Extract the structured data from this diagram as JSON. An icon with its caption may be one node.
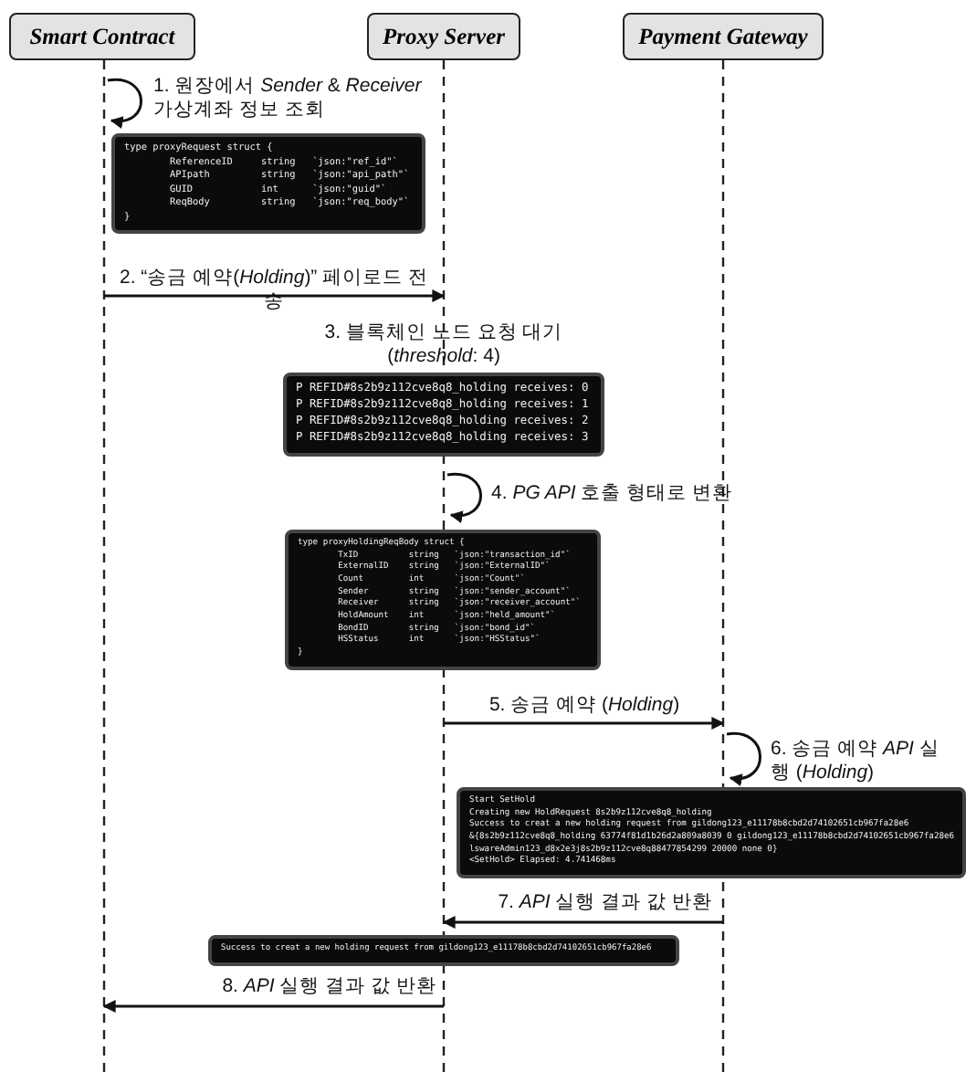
{
  "diagram": {
    "nodes": [
      {
        "text": [
          "Smart Contract"
        ]
      },
      {
        "text": [
          "Proxy Server"
        ]
      },
      {
        "text": [
          "Payment Gateway"
        ]
      },
      {
        "text": [
          "type proxyRequest struct {",
          "        ReferenceID     string   `json:\"ref_id\"`",
          "        APIpath         string   `json:\"api_path\"`",
          "        GUID            int      `json:\"guid\"`",
          "        ReqBody         string   `json:\"req_body\"`",
          "}"
        ]
      },
      {
        "text": [
          "P REFID#8s2b9z112cve8q8_holding receives: 0",
          "P REFID#8s2b9z112cve8q8_holding receives: 1",
          "P REFID#8s2b9z112cve8q8_holding receives: 2",
          "P REFID#8s2b9z112cve8q8_holding receives: 3"
        ]
      },
      {
        "text": [
          "type proxyHoldingReqBody struct {",
          "        TxID          string   `json:\"transaction_id\"`",
          "        ExternalID    string   `json:\"ExternalID\"`",
          "        Count         int      `json:\"Count\"`",
          "        Sender        string   `json:\"sender_account\"`",
          "        Receiver      string   `json:\"receiver_account\"`",
          "        HoldAmount    int      `json:\"held_amount\"`",
          "        BondID        string   `json:\"bond_id\"`",
          "        HSStatus      int      `json:\"HSStatus\"`",
          "}"
        ]
      },
      {
        "text": [
          "Start SetHold",
          "Creating new HoldRequest 8s2b9z112cve8q8_holding",
          "Success to creat a new holding request from gildong123_e11178b8cbd2d74102651cb967fa28e6",
          "&{8s2b9z112cve8q8_holding 63774f81d1b26d2a809a8039 0 gildong123_e11178b8cbd2d74102651cb967fa28e6",
          "lswareAdmin123_d8x2e3j8s2b9z112cve8q88477854299 20000 none 0}",
          "<SetHold> Elapsed: 4.741468ms"
        ]
      },
      {
        "text": [
          "Success to creat a new holding request from gildong123_e11178b8cbd2d74102651cb967fa28e6"
        ]
      }
    ],
    "edges": [
      {
        "from": 0,
        "to": 0,
        "arrow": "to",
        "label": "1. 원장에서 *Sender* & *Receiver* 가상계좌 정보 조회"
      },
      {
        "from": 0,
        "to": 1,
        "arrow": "to",
        "label": "2. “송금 예약(*Holding*)” 페이로드 전송"
      },
      {
        "from": 1,
        "to": 1,
        "arrow": "to",
        "label": "4. *PG API* 호출 형태로 변환"
      },
      {
        "from": 1,
        "to": 2,
        "arrow": "to",
        "label": "5. 송금 예약 (*Holding*)"
      },
      {
        "from": 2,
        "to": 2,
        "arrow": "to",
        "label": "6. 송금 예약 *API* 실행 (*Holding*)"
      },
      {
        "from": 2,
        "to": 1,
        "arrow": "to",
        "label": "7. *API* 실행 결과 값 반환"
      },
      {
        "from": 1,
        "to": 0,
        "arrow": "to",
        "label": "8. *API* 실행 결과 값 반환"
      }
    ],
    "labels": [
      "3. 블록체인 노드 요청 대기 (*threshold*: 4)"
    ]
  }
}
